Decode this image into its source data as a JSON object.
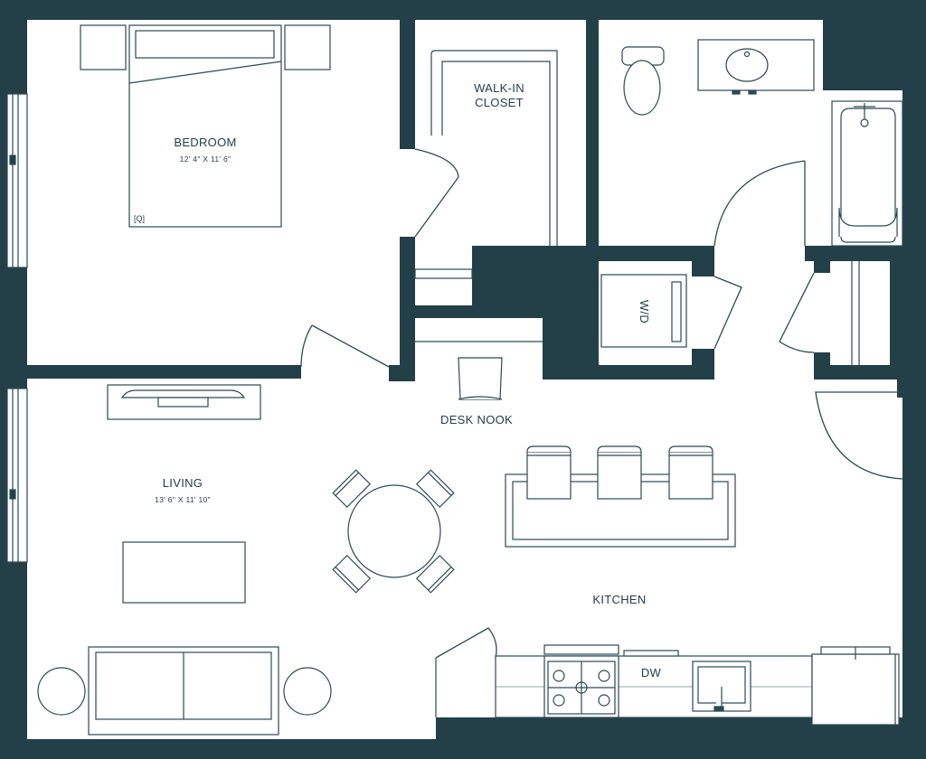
{
  "colors": {
    "wall": "#233f48",
    "line": "#2c4a53",
    "floor": "#ffffff"
  },
  "rooms": {
    "bedroom": {
      "name": "BEDROOM",
      "dimensions": "12' 4\" X 11' 6\""
    },
    "living": {
      "name": "LIVING",
      "dimensions": "13' 6\" X 11' 10\""
    },
    "walk_in_closet": {
      "line1": "WALK-IN",
      "line2": "CLOSET"
    },
    "desk_nook": {
      "name": "DESK NOOK"
    },
    "kitchen": {
      "name": "KITCHEN"
    }
  },
  "fixtures": {
    "bed_label": "[Q]",
    "washer_dryer_label": "W/D",
    "dishwasher_label": "DW"
  },
  "icons": [
    "bed-icon",
    "nightstand-icon",
    "toilet-icon",
    "sink-icon",
    "bathtub-icon",
    "washer-dryer-icon",
    "desk-chair-icon",
    "bar-stool-icon",
    "dining-table-icon",
    "dining-chair-icon",
    "sofa-icon",
    "side-table-icon",
    "coffee-table-icon",
    "tv-console-icon",
    "range-icon",
    "refrigerator-icon",
    "kitchen-sink-icon",
    "window-icon"
  ]
}
